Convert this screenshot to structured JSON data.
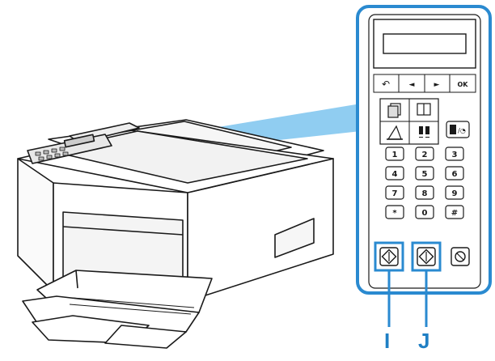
{
  "panel": {
    "nav_keys": [
      {
        "name": "back-key",
        "glyph": "↶"
      },
      {
        "name": "left-key",
        "glyph": "◄"
      },
      {
        "name": "right-key",
        "glyph": "►"
      },
      {
        "name": "ok-key",
        "glyph": "OK"
      }
    ],
    "keypad": [
      "1",
      "2",
      "3",
      "4",
      "5",
      "6",
      "7",
      "8",
      "9",
      "*",
      "0",
      "#"
    ],
    "mode_icons": [
      "copy-icon",
      "scan-icon",
      "fax-icon",
      "photo-icon"
    ],
    "color_icon": "color-mono-icon",
    "start_icon": "start-diamond-icon",
    "stop_icon": "stop-icon"
  },
  "callouts": {
    "i_label": "I",
    "j_label": "J"
  },
  "colors": {
    "accent": "#2a8ad0",
    "beam": "#3aa0e0",
    "outline": "#1a1a1a"
  }
}
